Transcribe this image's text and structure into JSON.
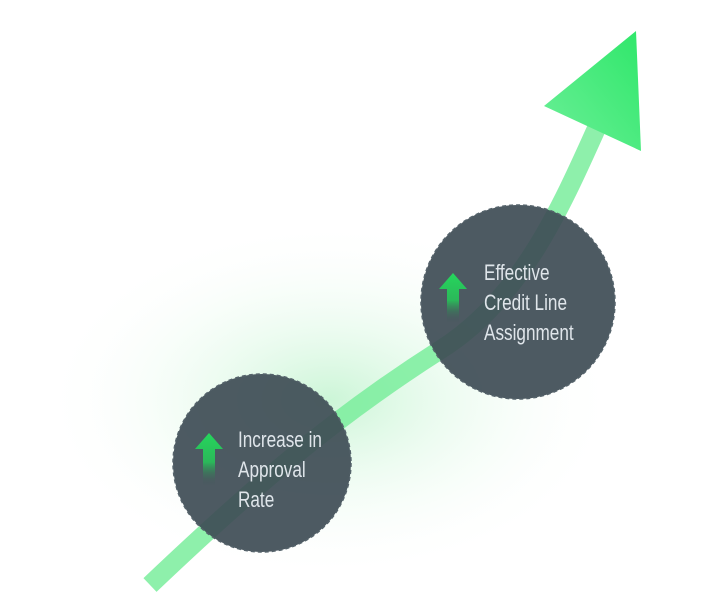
{
  "milestones": [
    {
      "lines": [
        "Increase in",
        "Approval",
        "Rate"
      ],
      "icon": "up-arrow-icon"
    },
    {
      "lines": [
        "Effective",
        "Credit Line",
        "Assignment"
      ],
      "icon": "up-arrow-icon"
    }
  ],
  "colors": {
    "arrow": "#2fe76a",
    "circle": "#3e4c55",
    "text": "#dfe5ea",
    "glow": "#d9f8e2"
  }
}
